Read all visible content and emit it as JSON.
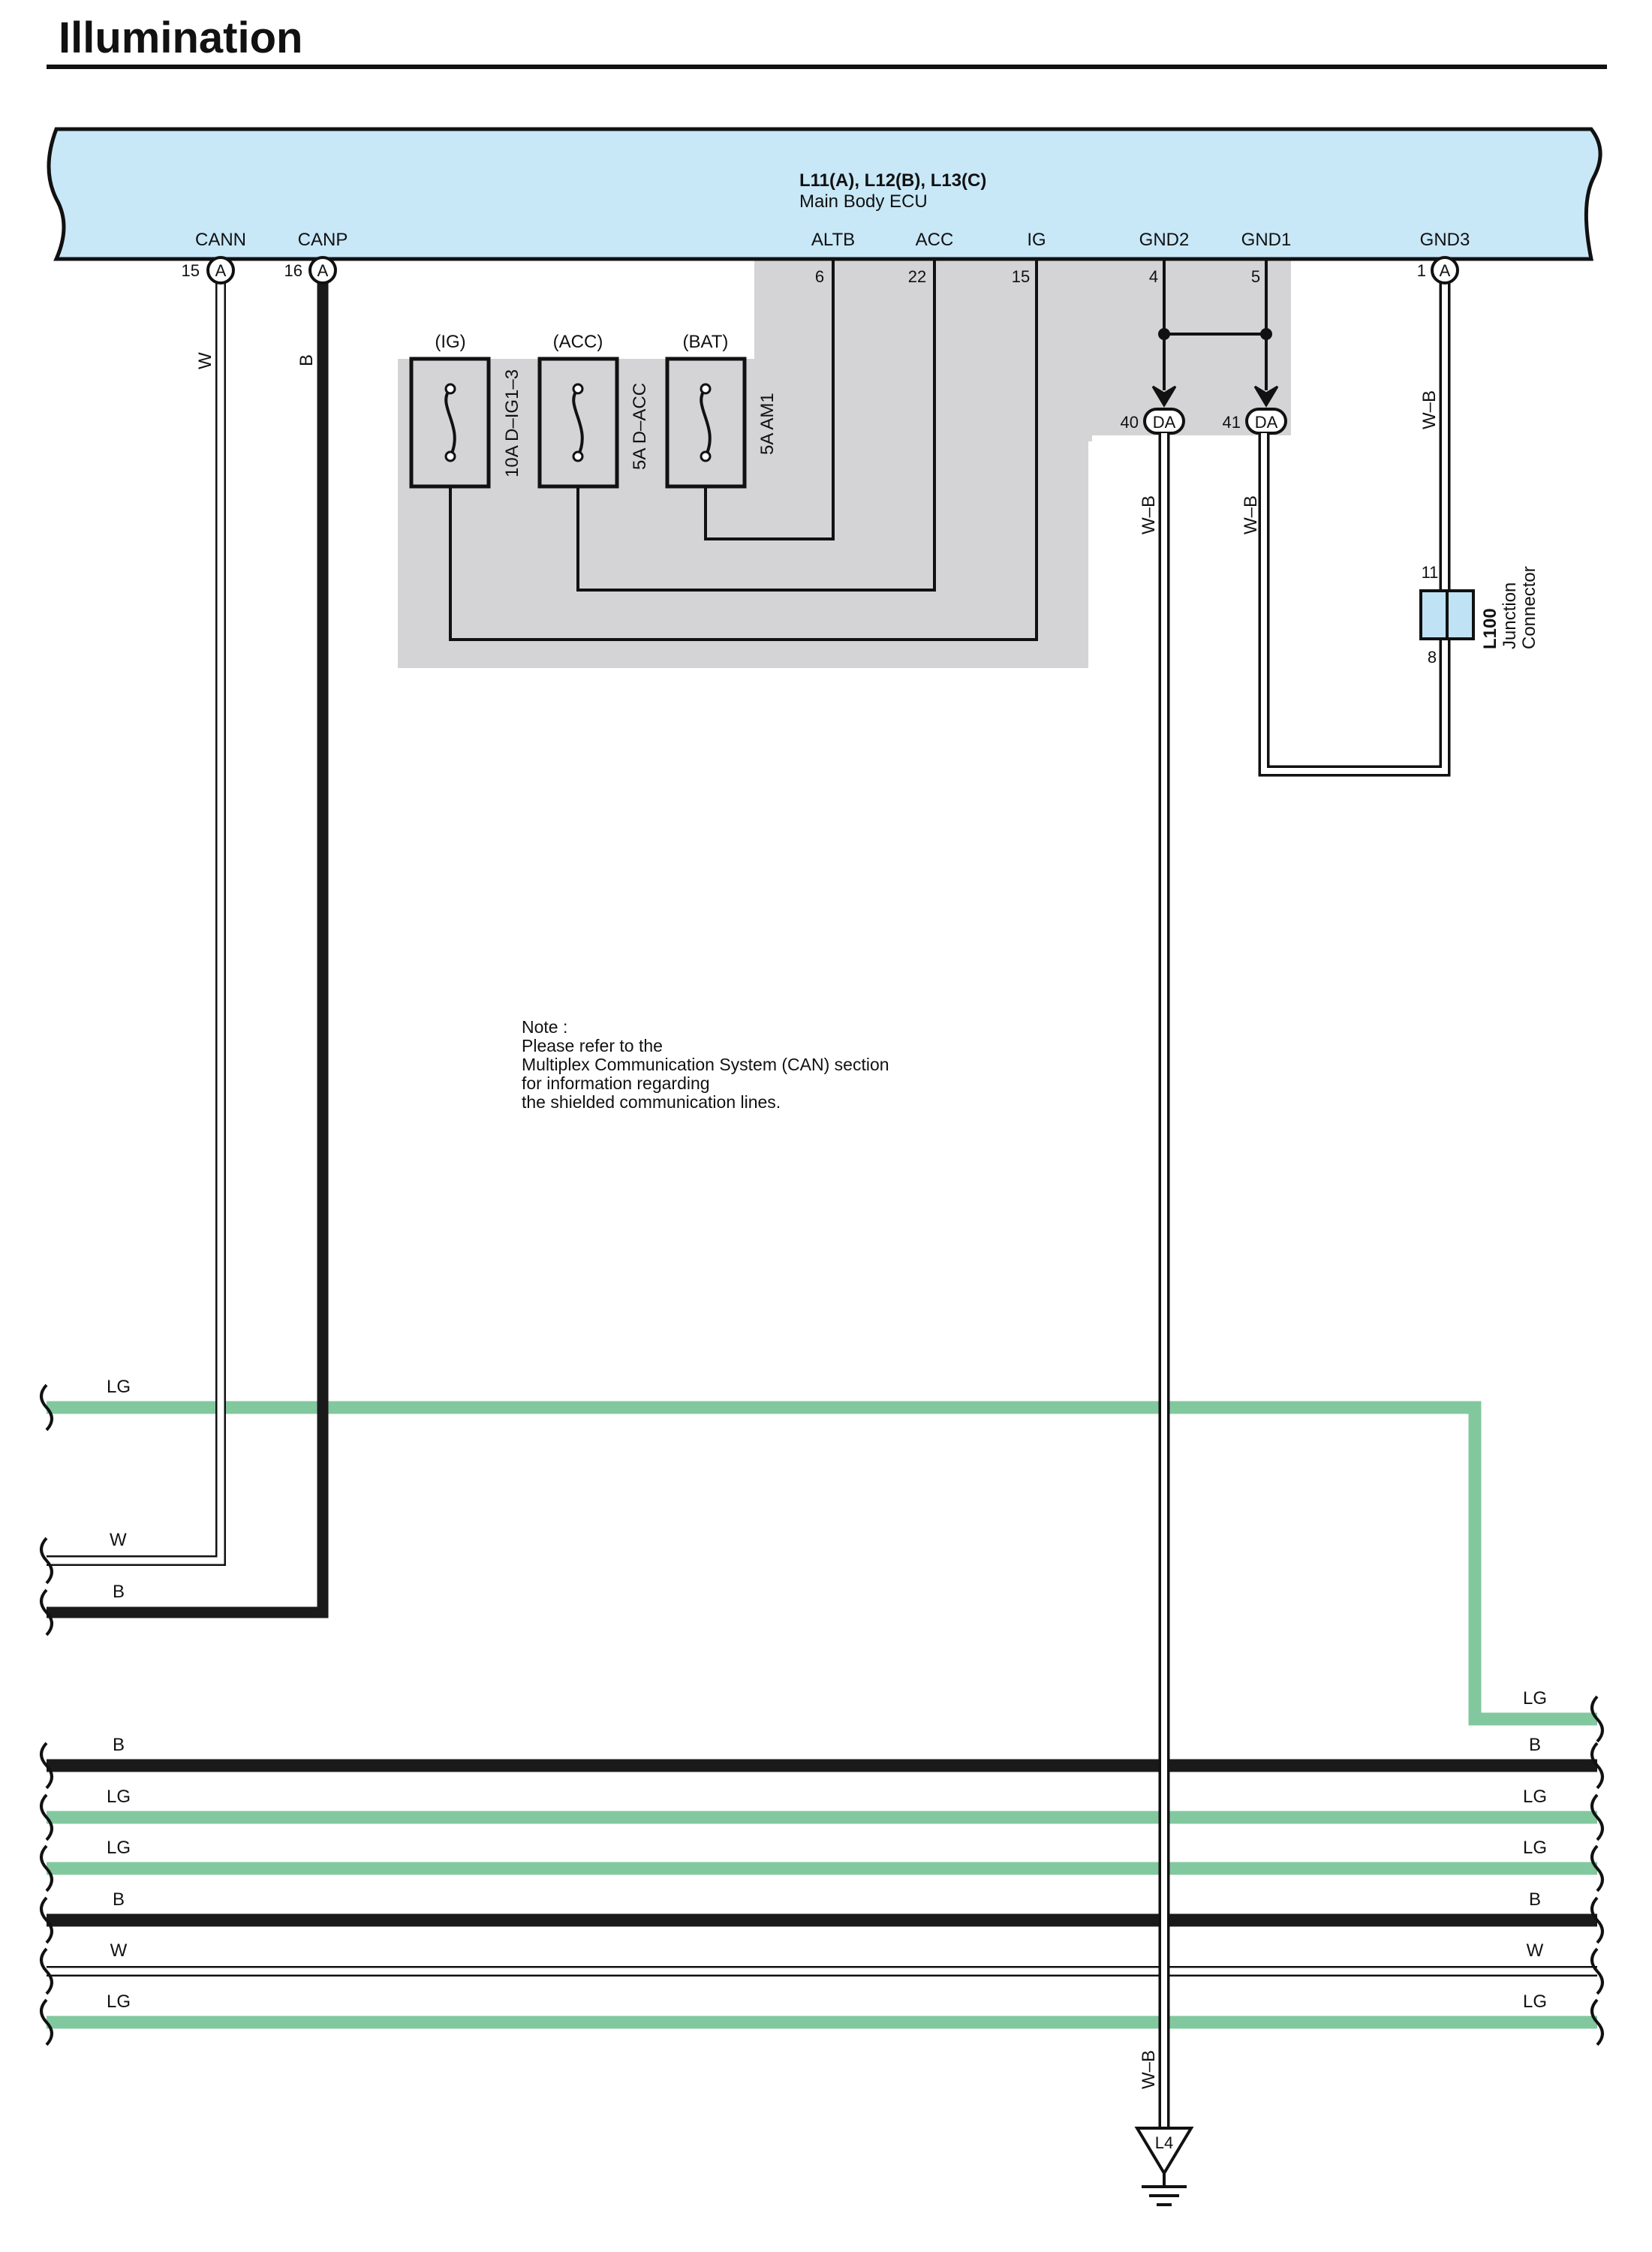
{
  "title": "Illumination",
  "ecu": {
    "code": "L11(A), L12(B), L13(C)",
    "name": "Main Body ECU",
    "pins": [
      {
        "name": "CANN",
        "num": "15",
        "conn": "A"
      },
      {
        "name": "CANP",
        "num": "16",
        "conn": "A"
      },
      {
        "name": "ALTB",
        "num": "6",
        "conn": ""
      },
      {
        "name": "ACC",
        "num": "22",
        "conn": ""
      },
      {
        "name": "IG",
        "num": "15",
        "conn": ""
      },
      {
        "name": "GND2",
        "num": "4",
        "conn": ""
      },
      {
        "name": "GND1",
        "num": "5",
        "conn": ""
      },
      {
        "name": "GND3",
        "num": "1",
        "conn": "A"
      }
    ]
  },
  "fuses": [
    {
      "group": "(IG)",
      "label": "10A D–IG1–3"
    },
    {
      "group": "(ACC)",
      "label": "5A D–ACC"
    },
    {
      "group": "(BAT)",
      "label": "5A AM1"
    }
  ],
  "connectors": [
    {
      "num": "40",
      "code": "DA"
    },
    {
      "num": "41",
      "code": "DA"
    }
  ],
  "junction": {
    "code": "L100",
    "line1": "Junction",
    "line2": "Connector",
    "pin_top": "11",
    "pin_bottom": "8"
  },
  "ground": {
    "code": "L4"
  },
  "note": [
    "Note :",
    "Please refer to the",
    "Multiplex Communication System (CAN) section",
    "for information regarding",
    "the shielded communication lines."
  ],
  "wire_labels": {
    "cann": "W",
    "canp": "B",
    "gnd3": "W–B",
    "gnd2": "W–B",
    "gnd1": "W–B",
    "ground_drop": "W–B",
    "lg_top": "LG",
    "w_left": "W",
    "b_left": "B",
    "lg_right": "LG"
  },
  "bus_rows": [
    {
      "left": "B",
      "right": "B",
      "color": "B"
    },
    {
      "left": "LG",
      "right": "LG",
      "color": "LG"
    },
    {
      "left": "LG",
      "right": "LG",
      "color": "LG"
    },
    {
      "left": "B",
      "right": "B",
      "color": "B"
    },
    {
      "left": "W",
      "right": "W",
      "color": "W"
    },
    {
      "left": "LG",
      "right": "LG",
      "color": "LG"
    }
  ],
  "colors": {
    "ecu_fill": "#c8e8f8",
    "shade": "#d4d4d6",
    "lg_wire": "#82c89e",
    "b_wire": "#1a1a1a",
    "w_wire": "#ffffff",
    "junction_fill": "#bfe3f5"
  }
}
